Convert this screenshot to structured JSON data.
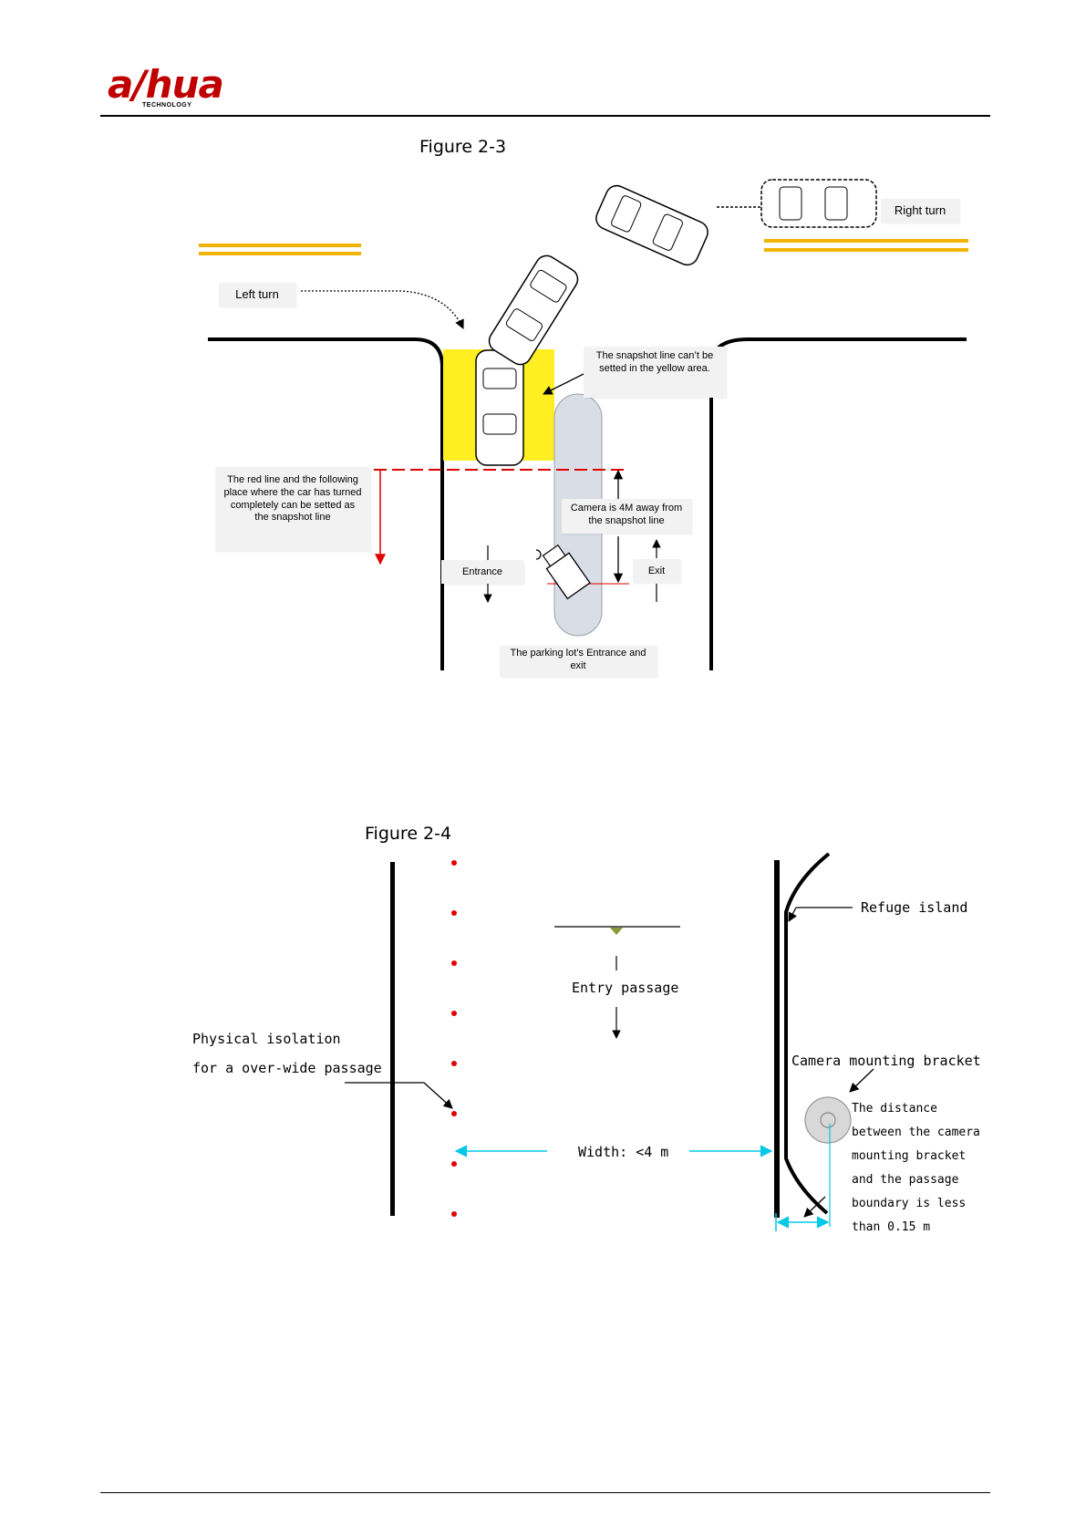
{
  "header": {
    "logo_text": "a/hua",
    "logo_subtext": "TECHNOLOGY"
  },
  "figure_2_3": {
    "caption": "Figure 2-3",
    "labels": {
      "right_turn": "Right turn",
      "left_turn": "Left turn",
      "snapshot_yellow": "The snapshot line can’t be setted in the yellow area.",
      "red_line": "The red line and the following place where the car has turned completely can be setted as the snapshot line",
      "camera_distance": "Camera is 4M away from the snapshot line",
      "entrance": "Entrance",
      "exit": "Exit",
      "parking": "The parking lot’s Entrance and exit"
    },
    "colors": {
      "yellow_area": "#ffee22",
      "road_line": "#f0b400",
      "snapshot_line": "#e00000",
      "island": "#d8dde6"
    }
  },
  "figure_2_4": {
    "caption": "Figure 2-4",
    "labels": {
      "refuge_island": "Refuge island",
      "entry_passage": "Entry passage",
      "physical_isolation_1": "Physical isolation",
      "physical_isolation_2": "for a over-wide passage",
      "camera_bracket": "Camera mounting bracket",
      "width": "Width: <4 m",
      "distance_lines": [
        "The distance",
        "between the camera",
        "mounting bracket",
        "and the passage",
        "boundary is less",
        "than 0.15 m"
      ]
    },
    "colors": {
      "dots": "#e00000",
      "arrows": "#00c8e8",
      "bracket": "#d8d8d8",
      "marker": "#8a9a3a"
    }
  }
}
